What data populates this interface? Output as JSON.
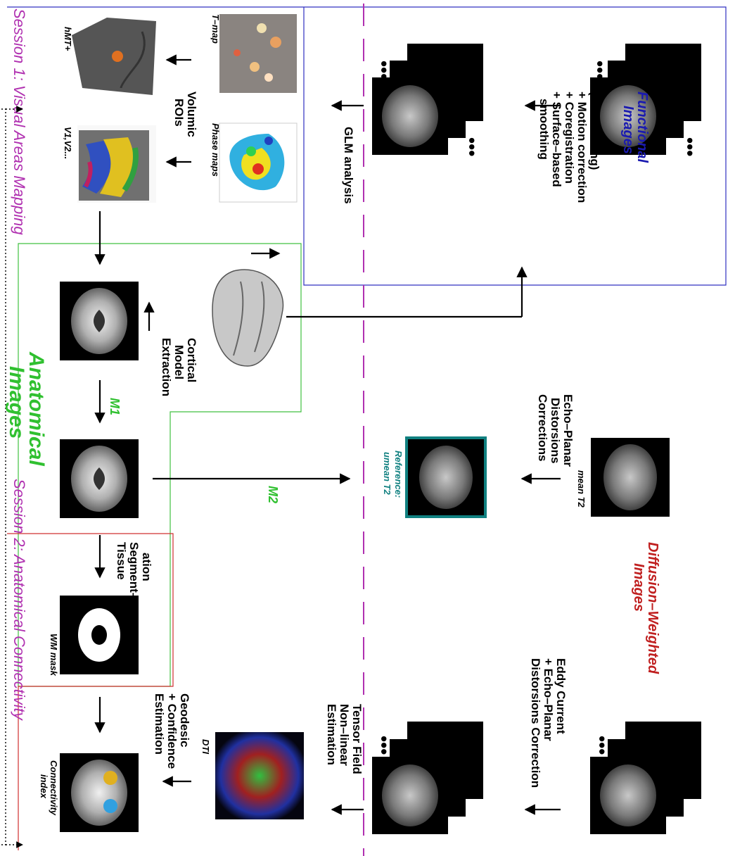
{
  "sessions": {
    "session1": "Session 1: Visual Areas Mapping",
    "session2": "Session 2: Anatomical Connectivity"
  },
  "functional": {
    "title_line1": "Functional",
    "title_line2": "Images",
    "steps": [
      "(Slice–timing)",
      "+ Motion correction",
      "+ Coregistration",
      "+ Surface–based",
      "smoothing"
    ],
    "glm": "GLM analysis",
    "tmap": "T–map",
    "phase": "Phase maps",
    "volumic_line1": "Volumic",
    "volumic_line2": "ROIs",
    "hmt": "hMT+",
    "v1v2": "V1,V2..."
  },
  "anatomical": {
    "title_line1": "Anatomical",
    "title_line2": "Images",
    "cortical": [
      "Cortical",
      "Model",
      "Extraction"
    ],
    "m1": "M1",
    "m2": "M2",
    "tissue": [
      "Tissue",
      "Segment–",
      "ation"
    ],
    "wm_mask": "WM mask",
    "connectivity_line1": "Connectivity",
    "connectivity_line2": "index"
  },
  "epi": {
    "lines": [
      "Echo–Planar",
      "Distorsions",
      "Corrections"
    ],
    "mean_t2": "mean T2",
    "reference_line1": "Reference:",
    "reference_line2": "umean T2"
  },
  "diffusion": {
    "title_line1": "Diffusion–Weighted",
    "title_line2": "Images",
    "eddy": [
      "Eddy Current",
      "+ Echo–Planar",
      "Distorsions Correction"
    ],
    "tensor": [
      "Tensor Field",
      "Non–linear",
      "Estimation"
    ],
    "geodesic": [
      "Geodesic",
      "+ Confidence",
      "Estimation"
    ],
    "dti": "DTI"
  },
  "colors": {
    "session_title": "#b030b0",
    "functional_box": "#3030c0",
    "anatomical_box": "#40c040",
    "diffusion_box": "#d03030",
    "reference_box": "#108080"
  }
}
